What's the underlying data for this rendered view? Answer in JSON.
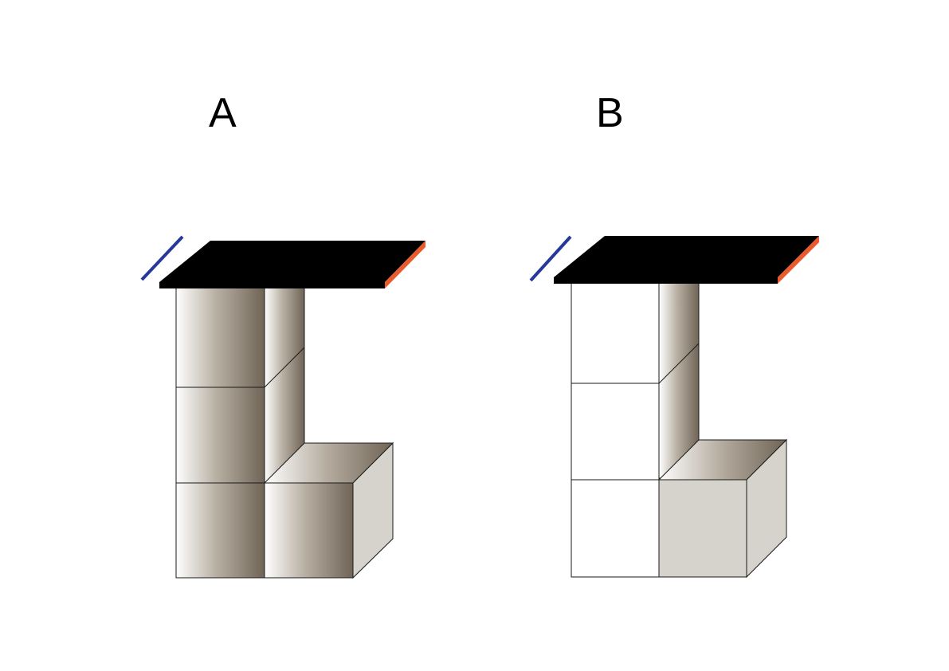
{
  "figures": [
    {
      "id": "a",
      "label": "A",
      "shading": "gradient"
    },
    {
      "id": "b",
      "label": "B",
      "shading": "flat"
    }
  ],
  "colors": {
    "platform": "#000000",
    "left_edge_marker": "#26399a",
    "right_edge_marker": "#ea5a2d",
    "cube_side_face": "#d5d3cb",
    "gradient_light": "#ffffff",
    "gradient_dark": "#6f6456",
    "stroke": "#1a1a1a"
  }
}
